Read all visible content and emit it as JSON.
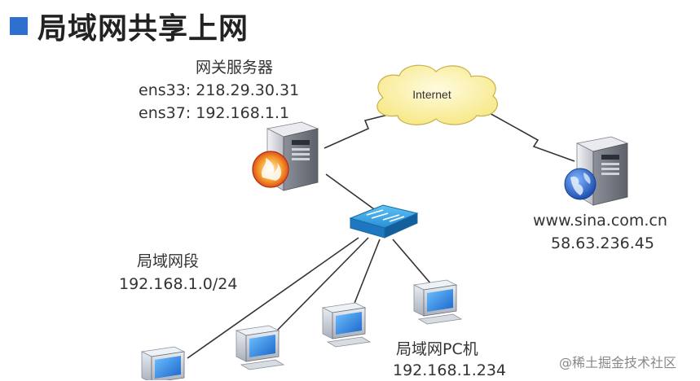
{
  "title": "局域网共享上网",
  "gateway": {
    "name": "网关服务器",
    "ens33": "ens33: 218.29.30.31",
    "ens37": "ens37: 192.168.1.1"
  },
  "cloud": {
    "label": "Internet"
  },
  "remote": {
    "host": "www.sina.com.cn",
    "ip": "58.63.236.45"
  },
  "lan": {
    "name": "局域网段",
    "subnet": "192.168.1.0/24"
  },
  "pc": {
    "name": "局域网PC机",
    "ip": "192.168.1.234"
  },
  "watermark": "@稀土掘金技术社区",
  "colors": {
    "title_square": "#2f6fd0",
    "cloud_fill": "#fff5b8",
    "switch_blue": "#2a8fd6",
    "globe_blue": "#1f5fc4",
    "firewall_orange": "#e8501e"
  }
}
